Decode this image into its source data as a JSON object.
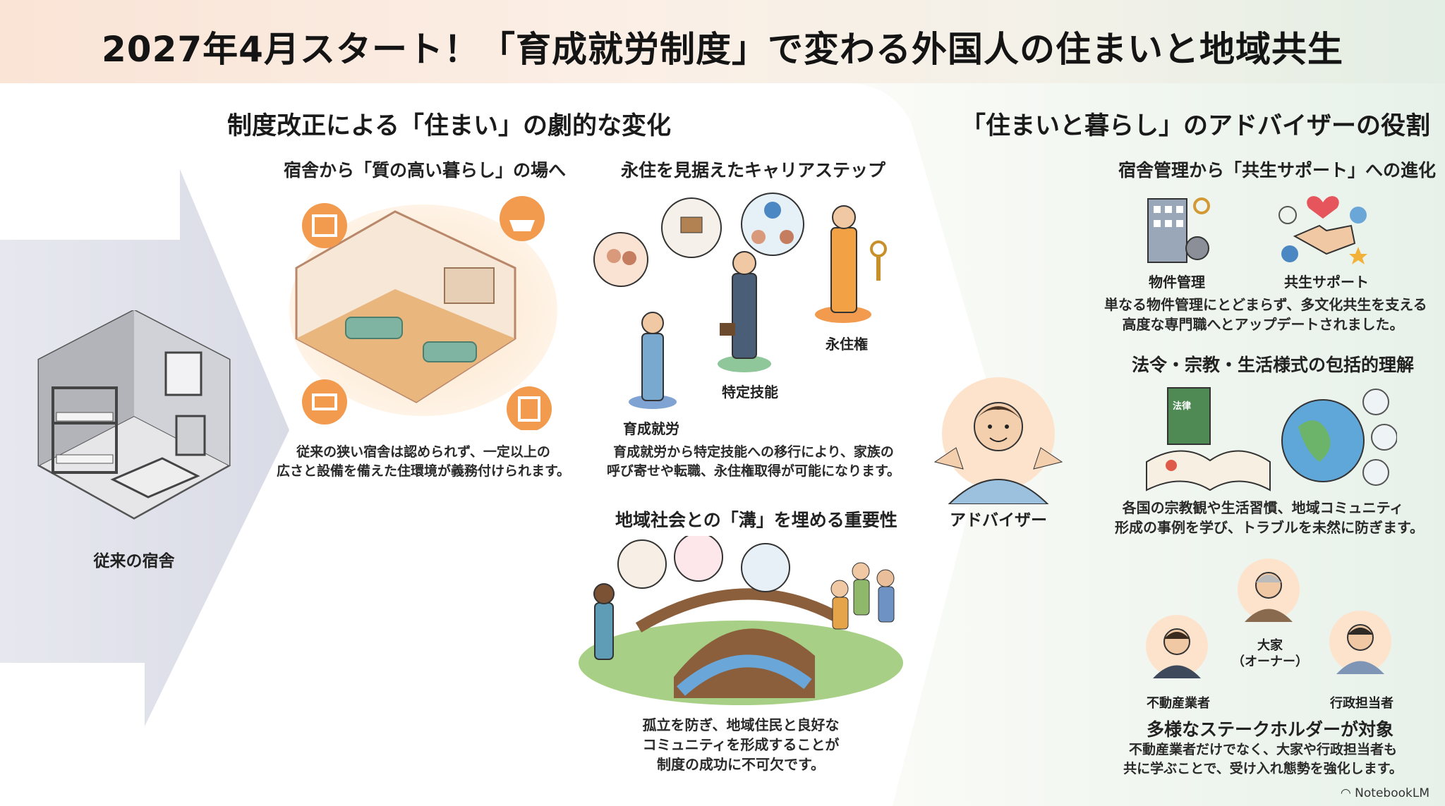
{
  "title": "2027年4月スタート！「育成就労制度」で変わる外国人の住まいと地域共生",
  "left": {
    "old_dorm_label": "従来の宿舎"
  },
  "center": {
    "heading": "制度改正による「住まい」の劇的な変化",
    "housing": {
      "title": "宿舎から「質の高い暮らし」の場へ",
      "caption_line1": "従来の狭い宿舎は認められず、一定以上の",
      "caption_line2": "広さと設備を備えた住環境が義務付けられます。"
    },
    "career": {
      "title": "永住を見据えたキャリアステップ",
      "step1": "育成就労",
      "step2": "特定技能",
      "step3": "永住権",
      "caption_line1": "育成就労から特定技能への移行により、家族の",
      "caption_line2": "呼び寄せや転職、永住権取得が可能になります。"
    },
    "community": {
      "title": "地域社会との「溝」を埋める重要性",
      "caption_line1": "孤立を防ぎ、地域住民と良好な",
      "caption_line2": "コミュニティを形成することが",
      "caption_line3": "制度の成功に不可欠です。"
    }
  },
  "advisor": {
    "label": "アドバイザー"
  },
  "right": {
    "heading": "「住まいと暮らし」のアドバイザーの役割",
    "evolution": {
      "title": "宿舎管理から「共生サポート」への進化",
      "item1": "物件管理",
      "item2": "共生サポート",
      "caption_line1": "単なる物件管理にとどまらず、多文化共生を支える",
      "caption_line2": "高度な専門職へとアップデートされました。"
    },
    "understanding": {
      "title": "法令・宗教・生活様式の包括的理解",
      "book_label": "法律",
      "caption_line1": "各国の宗教観や生活習慣、地域コミュニティ",
      "caption_line2": "形成の事例を学び、トラブルを未然に防ぎます。"
    },
    "stakeholders": {
      "owner_line1": "大家",
      "owner_line2": "（オーナー）",
      "realtor": "不動産業者",
      "gov": "行政担当者",
      "title": "多様なステークホルダーが対象",
      "caption_line1": "不動産業者だけでなく、大家や行政担当者も",
      "caption_line2": "共に学ぶことで、受け入れ態勢を強化します。"
    }
  },
  "footer": {
    "logo": "NotebookLM"
  }
}
